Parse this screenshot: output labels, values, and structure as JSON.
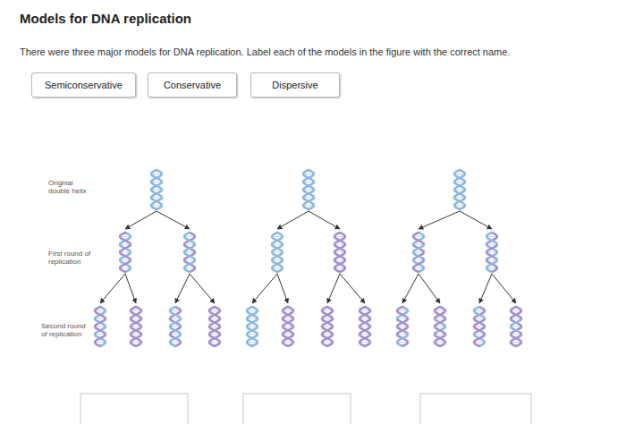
{
  "diagram": {
    "title": "Models for DNA replication",
    "nodes": [
      {
        "text": [
          "Semiconservative"
        ]
      },
      {
        "text": [
          "Conservative"
        ]
      },
      {
        "text": [
          "Dispersive"
        ]
      }
    ],
    "labels": [
      "There were three major models for DNA replication. Label each of the models in the figure with the correct name.",
      "Original double helix",
      "First round of replication",
      "Second round of replication"
    ]
  }
}
